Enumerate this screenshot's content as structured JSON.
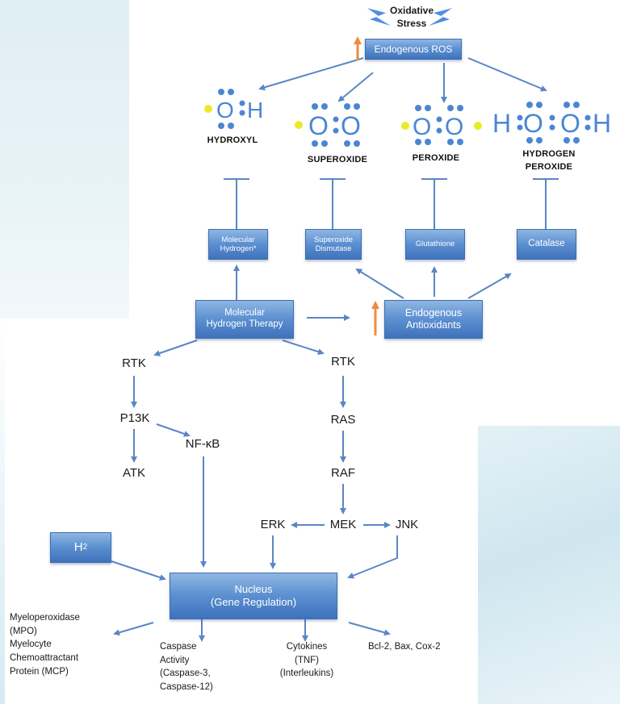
{
  "top": {
    "oxidative_stress_line1": "Oxidative",
    "oxidative_stress_line2": "Stress",
    "endogenous_ros": "Endogenous ROS"
  },
  "molecules": {
    "hydroxyl": "HYDROXYL",
    "superoxide": "SUPEROXIDE",
    "peroxide": "PEROXIDE",
    "hydrogen_peroxide_line1": "HYDROGEN",
    "hydrogen_peroxide_line2": "PEROXIDE",
    "symbol_h": "H",
    "symbol_o": "O"
  },
  "antioxidants": {
    "molecular_hydrogen_line1": "Molecular",
    "molecular_hydrogen_line2": "Hydrogen*",
    "superoxide_dismutase_line1": "Superoxide",
    "superoxide_dismutase_line2": "Dismutase",
    "glutathione": "Glutathione",
    "catalase": "Catalase"
  },
  "therapy": {
    "line1": "Molecular",
    "line2": "Hydrogen Therapy"
  },
  "endogenous_antioxidants": {
    "line1": "Endogenous",
    "line2": "Antioxidants"
  },
  "pathways": {
    "rtk_left": "RTK",
    "p13k": "P13K",
    "nfkb": "NF-κB",
    "atk": "ATK",
    "rtk_right": "RTK",
    "ras": "RAS",
    "raf": "RAF",
    "erk": "ERK",
    "mek": "MEK",
    "jnk": "JNK"
  },
  "h2": {
    "letter": "H",
    "subscript": "2"
  },
  "nucleus": {
    "line1": "Nucleus",
    "line2": "(Gene Regulation)"
  },
  "outputs": {
    "mpo": [
      "Myeloperoxidase",
      "(MPO)",
      "Myelocyte",
      "Chemoattractant",
      "Protein (MCP)"
    ],
    "caspase": [
      "Caspase",
      "Activity",
      "(Caspase-3,",
      "Caspase-12)"
    ],
    "cytokines": [
      "Cytokines",
      "(TNF)",
      "(Interleukins)"
    ],
    "bcl": "Bcl-2, Bax, Cox-2"
  },
  "colors": {
    "arrow": "#5a86c6",
    "box_top": "#8fb6e3",
    "box_bottom": "#3f72bb",
    "orange_arrow": "#f08a3c",
    "electron_blue": "#4b86d4",
    "electron_yellow": "#e8ea2a",
    "lightning": "#4f8fe0"
  },
  "icons": [
    "lightning-bolt-icon",
    "lightning-bolt-icon",
    "up-arrow-icon"
  ]
}
